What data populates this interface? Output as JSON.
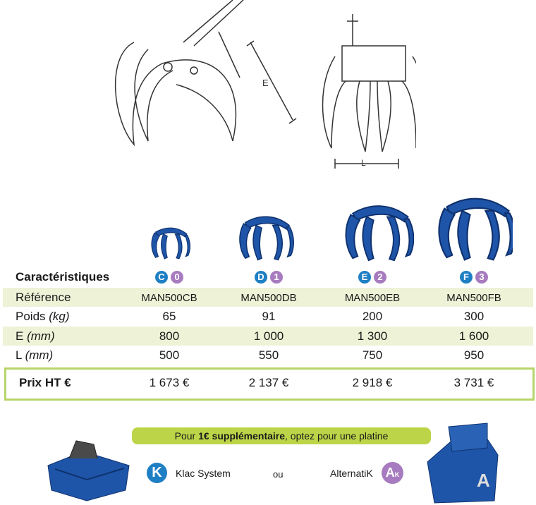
{
  "diagram": {
    "label_e": "E",
    "label_l": "L"
  },
  "table": {
    "header": "Caractéristiques",
    "models": [
      {
        "letter": "C",
        "size": "0",
        "reference": "MAN500CB",
        "poids": "65",
        "e": "800",
        "l": "500",
        "prix": "1 673 €"
      },
      {
        "letter": "D",
        "size": "1",
        "reference": "MAN500DB",
        "poids": "91",
        "e": "1 000",
        "l": "550",
        "prix": "2 137 €"
      },
      {
        "letter": "E",
        "size": "2",
        "reference": "MAN500EB",
        "poids": "200",
        "e": "1 300",
        "l": "750",
        "prix": "2 918 €"
      },
      {
        "letter": "F",
        "size": "3",
        "reference": "MAN500FB",
        "poids": "300",
        "e": "1 600",
        "l": "950",
        "prix": "3 731 €"
      }
    ],
    "rows": {
      "reference": "Référence",
      "poids": "Poids",
      "poids_unit": "(kg)",
      "e": "E",
      "e_unit": "(mm)",
      "l": "L",
      "l_unit": "(mm)",
      "prix": "Prix HT €"
    }
  },
  "promo": {
    "prefix": "Pour ",
    "bold": "1€ supplémentaire",
    "suffix": ", optez pour une platine",
    "klac": "Klac System",
    "klac_icon": "K",
    "or": "ou",
    "alternatik": "AlternatiK",
    "alternatik_icon": "A",
    "alternatik_icon_sub": "K"
  },
  "colors": {
    "blue": "#1e7fc4",
    "purple": "#a77bbf",
    "green": "#bcd548",
    "grapple": "#1f55a8"
  }
}
